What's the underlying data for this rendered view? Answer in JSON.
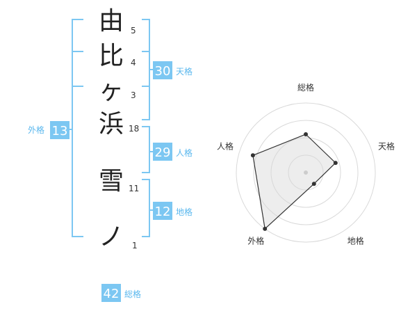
{
  "name": {
    "chars": [
      {
        "char": "由",
        "strokes": "5"
      },
      {
        "char": "比",
        "strokes": "4"
      },
      {
        "char": "ヶ",
        "strokes": "3"
      },
      {
        "char": "浜",
        "strokes": "18"
      },
      {
        "char": "雪",
        "strokes": "11"
      },
      {
        "char": "ノ",
        "strokes": "1"
      }
    ]
  },
  "fortune": {
    "tenkaku": {
      "value": "30",
      "label": "天格"
    },
    "jinkaku": {
      "value": "29",
      "label": "人格"
    },
    "chikaku": {
      "value": "12",
      "label": "地格"
    },
    "gaikaku": {
      "value": "13",
      "label": "外格"
    },
    "soukaku": {
      "value": "42",
      "label": "総格"
    }
  },
  "chart_data": {
    "type": "radar",
    "axes": [
      "総格",
      "天格",
      "地格",
      "外格",
      "人格"
    ],
    "values": [
      0.55,
      0.45,
      0.2,
      1.0,
      0.8
    ],
    "range": [
      0,
      1
    ],
    "rings": 4,
    "center_marker": true
  },
  "colors": {
    "accent": "#7cc7f2",
    "accent_text": "#5bb8ee",
    "text": "#222222",
    "ring": "#d9d9d9"
  }
}
